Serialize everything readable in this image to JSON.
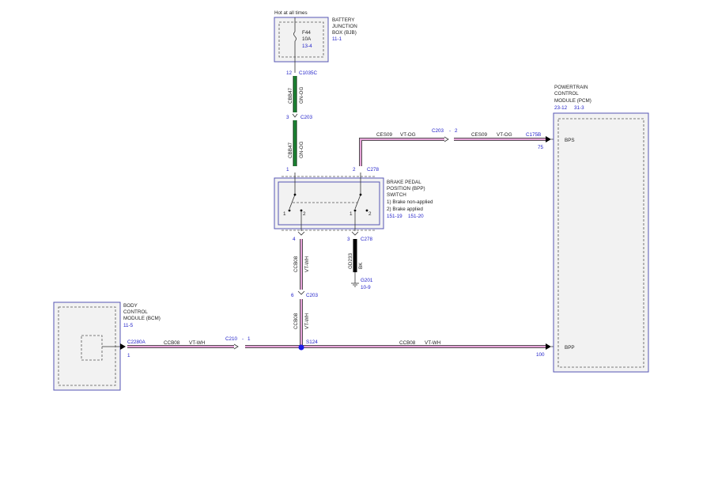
{
  "hot": "Hot at all times",
  "bjb": {
    "name": [
      "BATTERY",
      "JUNCTION",
      "BOX (BJB)"
    ],
    "ref": "11-1",
    "fuse": "F44",
    "amps": "10A",
    "fuse_ref": "13-4"
  },
  "c1035c": {
    "pin": "12",
    "name": "C1035C"
  },
  "wire_gn_og_1": {
    "circuit": "CBB47",
    "color": "GN-OG"
  },
  "c203_upper": {
    "pin": "3",
    "name": "C203"
  },
  "wire_gn_og_2": {
    "circuit": "CBB47",
    "color": "GN-OG"
  },
  "switch_pin_left": "1",
  "switch_pin_right": "2",
  "c278_top": "C278",
  "bpp": {
    "name": [
      "BRAKE PEDAL",
      "POSITION (BPP)",
      "SWITCH"
    ],
    "state1": "1) Brake non-applied",
    "state2": "2) Brake applied",
    "ref1": "151-19",
    "ref2": "151-20",
    "contact_l1": "1",
    "contact_l2": "2",
    "contact_r1": "1",
    "contact_r2": "2"
  },
  "ces09_left": {
    "circuit": "CES09",
    "color": "VT-OG"
  },
  "c203_inline": {
    "name": "C203",
    "sep": "-",
    "pin": "2"
  },
  "ces09_right": {
    "circuit": "CES09",
    "color": "VT-OG"
  },
  "c175b": {
    "name": "C175B",
    "pin": "75"
  },
  "pcm": {
    "name": [
      "POWERTRAIN",
      "CONTROL",
      "MODULE (PCM)"
    ],
    "ref1": "23-12",
    "ref2": "31-3",
    "bps": "BPS",
    "bpp": "BPP",
    "bpp_pin": "100"
  },
  "pin4": "4",
  "c278_bottom": {
    "pin": "3",
    "name": "C278"
  },
  "wire_ccb08_v1": {
    "circuit": "CCB08",
    "color": "VT-WH"
  },
  "wire_gd233": {
    "circuit": "GD233",
    "color": "BK"
  },
  "g201": {
    "name": "G201",
    "ref": "10-9"
  },
  "c203_lower": {
    "pin": "6",
    "name": "C203"
  },
  "wire_ccb08_v2": {
    "circuit": "CCB08",
    "color": "VT-WH"
  },
  "bcm": {
    "name": [
      "BODY",
      "CONTROL",
      "MODULE (BCM)"
    ],
    "ref": "11-5",
    "conn": "C2280A",
    "pin": "1"
  },
  "wire_ccb08_h1": {
    "circuit": "CCB08",
    "color": "VT-WH"
  },
  "c210": {
    "name": "C210",
    "sep": "-",
    "pin": "1"
  },
  "s124": "S124",
  "wire_ccb08_h2": {
    "circuit": "CCB08",
    "color": "VT-WH"
  },
  "colors": {
    "label_blue": "#1c1cc8",
    "wire_pink": "#e6a3d8",
    "wire_green": "#1d8a36",
    "box_stroke": "#5656b4",
    "splice": "#1a1ae6"
  }
}
